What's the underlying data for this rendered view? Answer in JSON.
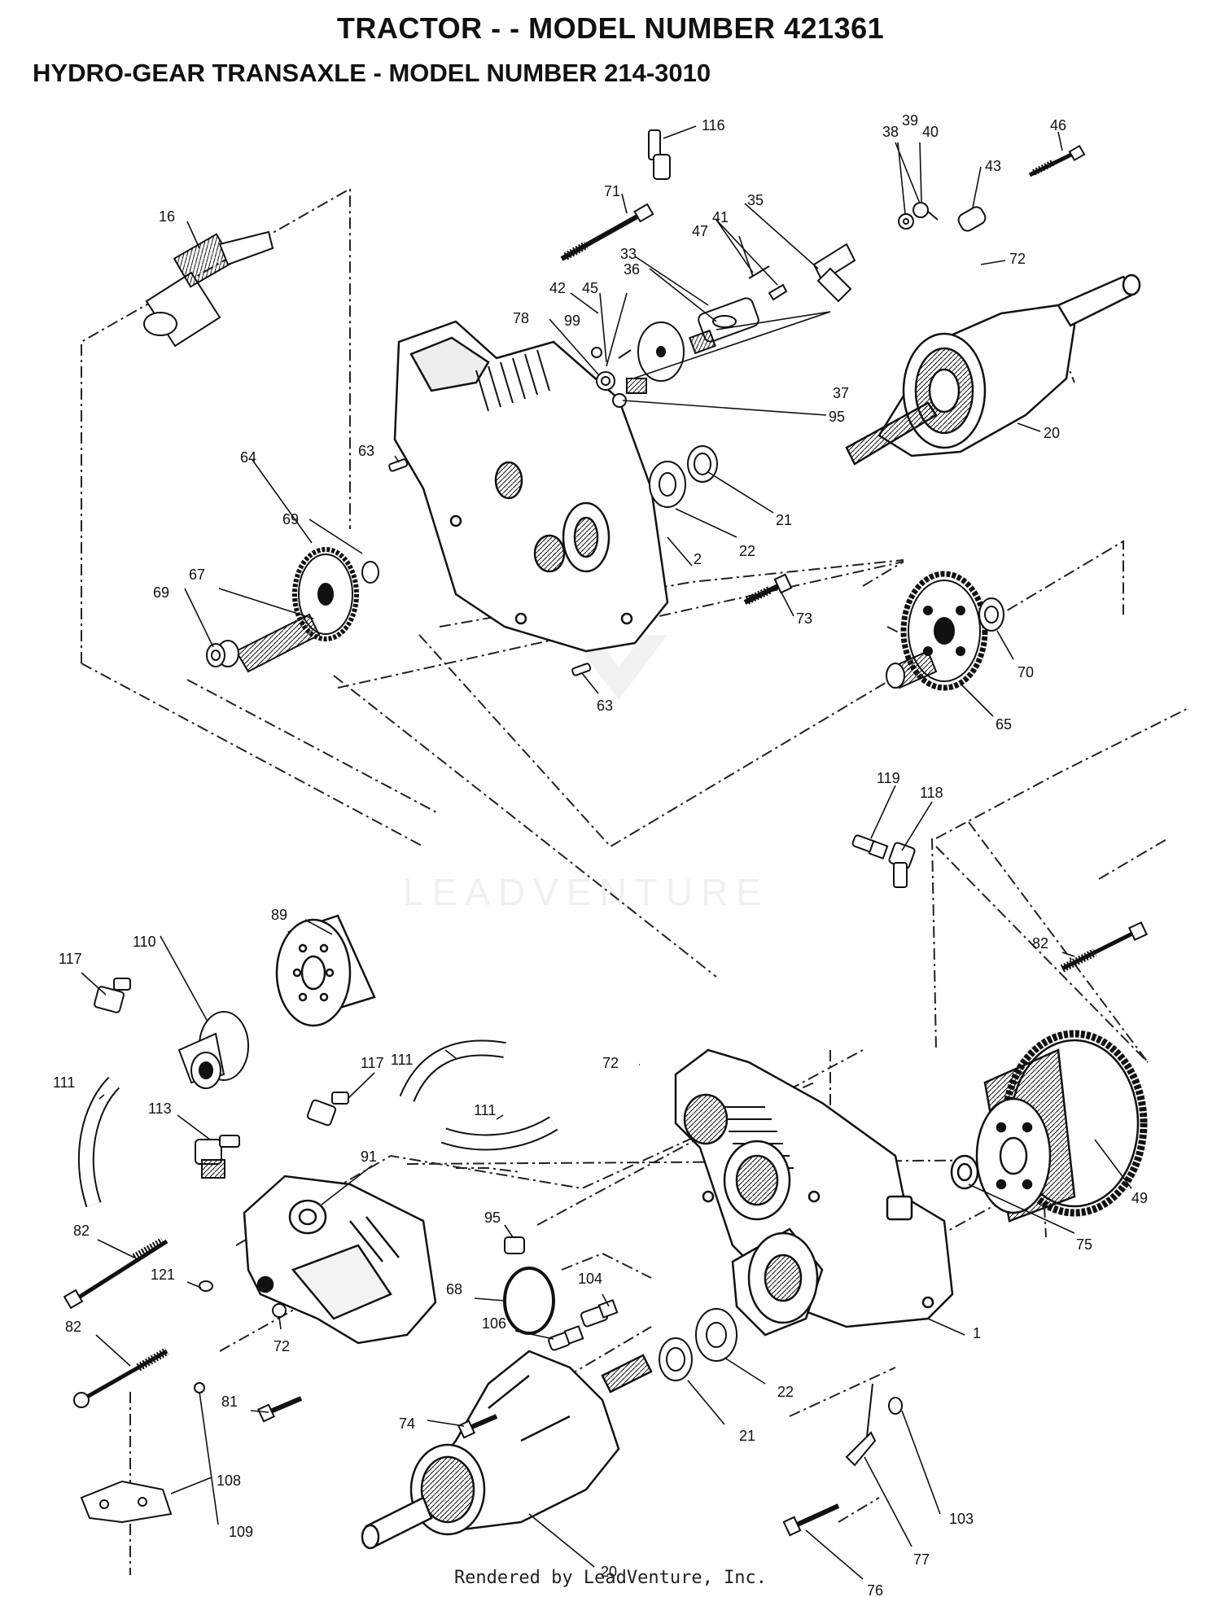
{
  "header": {
    "title": "TRACTOR - - MODEL NUMBER 421361",
    "subtitle": "HYDRO-GEAR TRANSAXLE - MODEL NUMBER 214-3010"
  },
  "watermark": {
    "text": "LEADVENTURE"
  },
  "footer": {
    "text": "Rendered by LeadVenture, Inc."
  },
  "callouts": [
    "116",
    "38",
    "39",
    "40",
    "46",
    "16",
    "71",
    "43",
    "35",
    "41",
    "47",
    "72",
    "33",
    "36",
    "42",
    "45",
    "78",
    "99",
    "37",
    "95",
    "20",
    "63",
    "21",
    "22",
    "2",
    "69",
    "64",
    "67",
    "69",
    "73",
    "70",
    "65",
    "63",
    "119",
    "118",
    "89",
    "117",
    "110",
    "82",
    "111",
    "117",
    "111",
    "72",
    "111",
    "113",
    "91",
    "95",
    "49",
    "75",
    "82",
    "121",
    "68",
    "104",
    "106",
    "1",
    "72",
    "22",
    "82",
    "81",
    "21",
    "74",
    "103",
    "109",
    "77",
    "108",
    "20",
    "76"
  ],
  "colors": {
    "ink": "#111111",
    "background": "#ffffff",
    "watermark": "#e3e3e3"
  }
}
